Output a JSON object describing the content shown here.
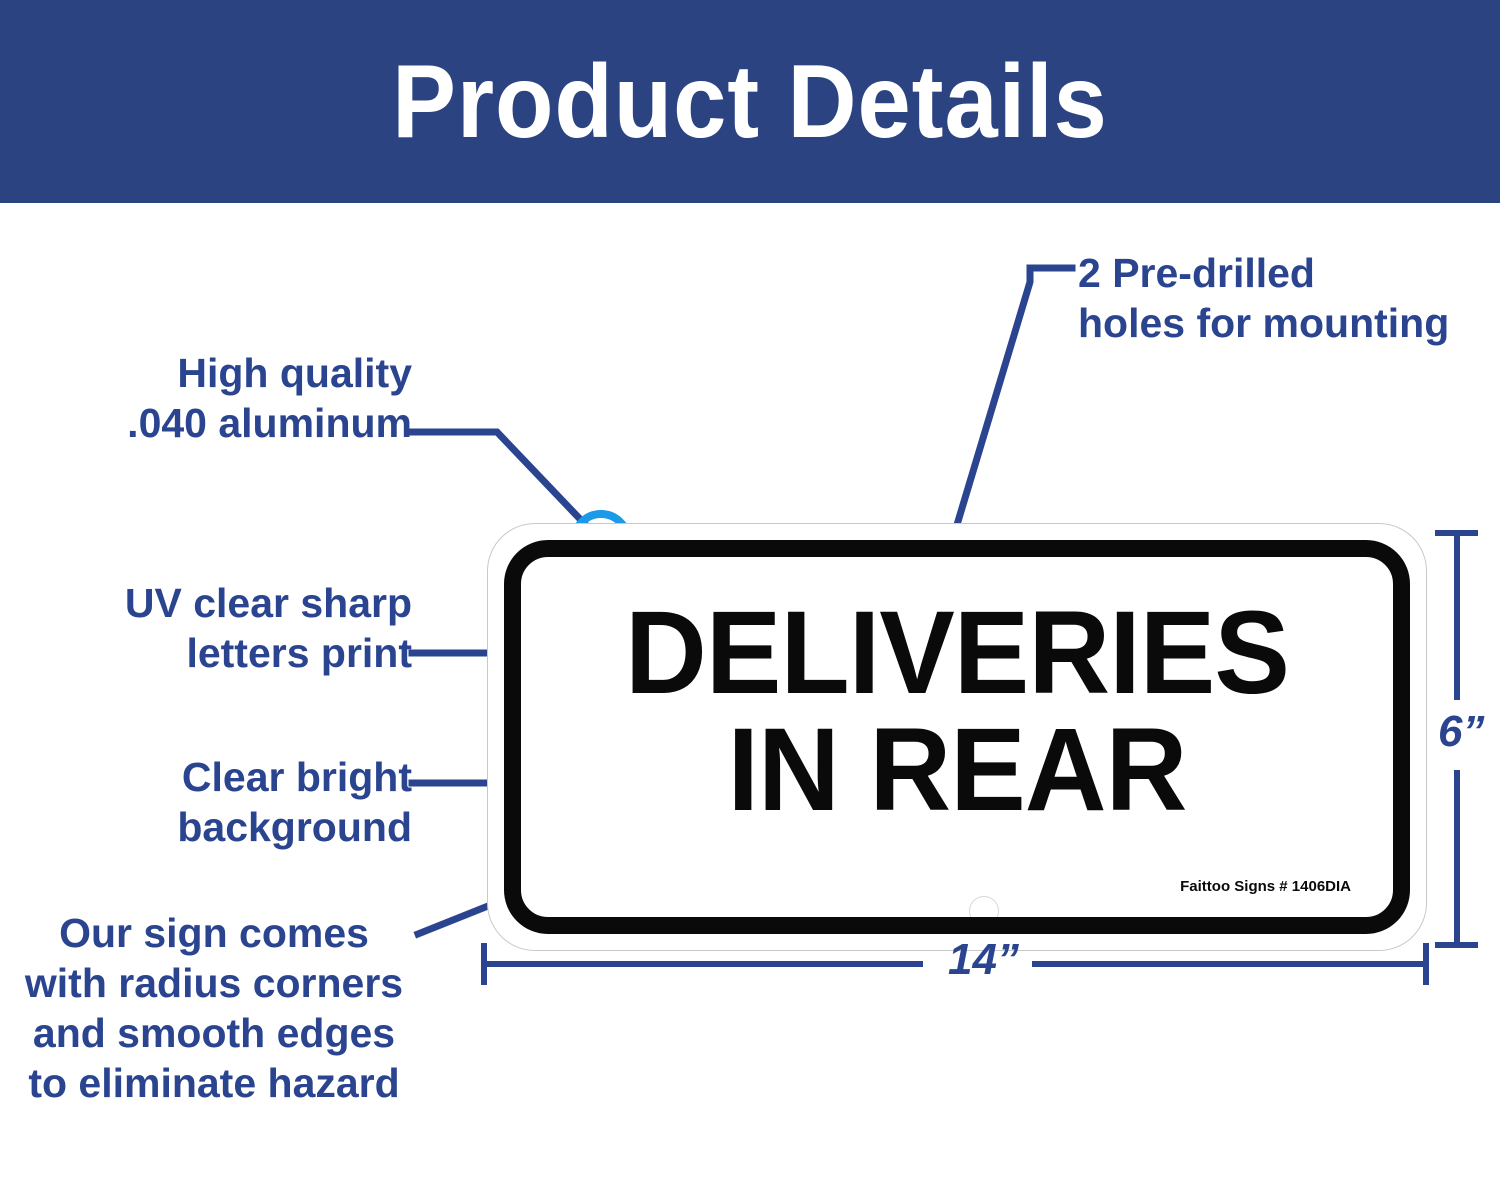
{
  "header": {
    "title": "Product Details",
    "background_color": "#2c4382",
    "text_color": "#ffffff"
  },
  "theme": {
    "navy": "#2a4490",
    "marker_ring": "#1b9ae8",
    "marker_dot": "#2c3f8f",
    "sign_border": "#0a0a0a",
    "sign_background": "#ffffff"
  },
  "annotations": [
    {
      "id": "high-quality-aluminum",
      "text": "High quality\n.040 aluminum",
      "align": "right"
    },
    {
      "id": "uv-clear-sharp-letters-print",
      "text": "UV clear sharp\nletters print",
      "align": "right"
    },
    {
      "id": "clear-bright-background",
      "text": "Clear bright\nbackground",
      "align": "right"
    },
    {
      "id": "radius-corners-smooth-edges",
      "text": "Our sign comes\nwith radius corners\nand smooth edges\nto eliminate hazard",
      "align": "center"
    },
    {
      "id": "pre-drilled-holes",
      "text": "2 Pre-drilled\nholes for mounting",
      "align": "left"
    }
  ],
  "dimensions": {
    "height_label": "6”",
    "width_label": "14”"
  },
  "sign": {
    "line1": "DELIVERIES",
    "line2": "IN REAR",
    "brand": "Faittoo Signs",
    "sku": "# 1406DIA",
    "brand_full": "Faittoo Signs # 1406DIA"
  },
  "markers": [
    {
      "id": "marker-top-left-corner",
      "label": "high quality .040 aluminum"
    },
    {
      "id": "marker-top-mounting-hole",
      "label": "2 pre-drilled holes for mounting"
    },
    {
      "id": "marker-letters-print",
      "label": "UV clear sharp letters print"
    },
    {
      "id": "marker-background",
      "label": "clear bright background"
    },
    {
      "id": "marker-bottom-left-corner",
      "label": "radius corners and smooth edges"
    }
  ]
}
